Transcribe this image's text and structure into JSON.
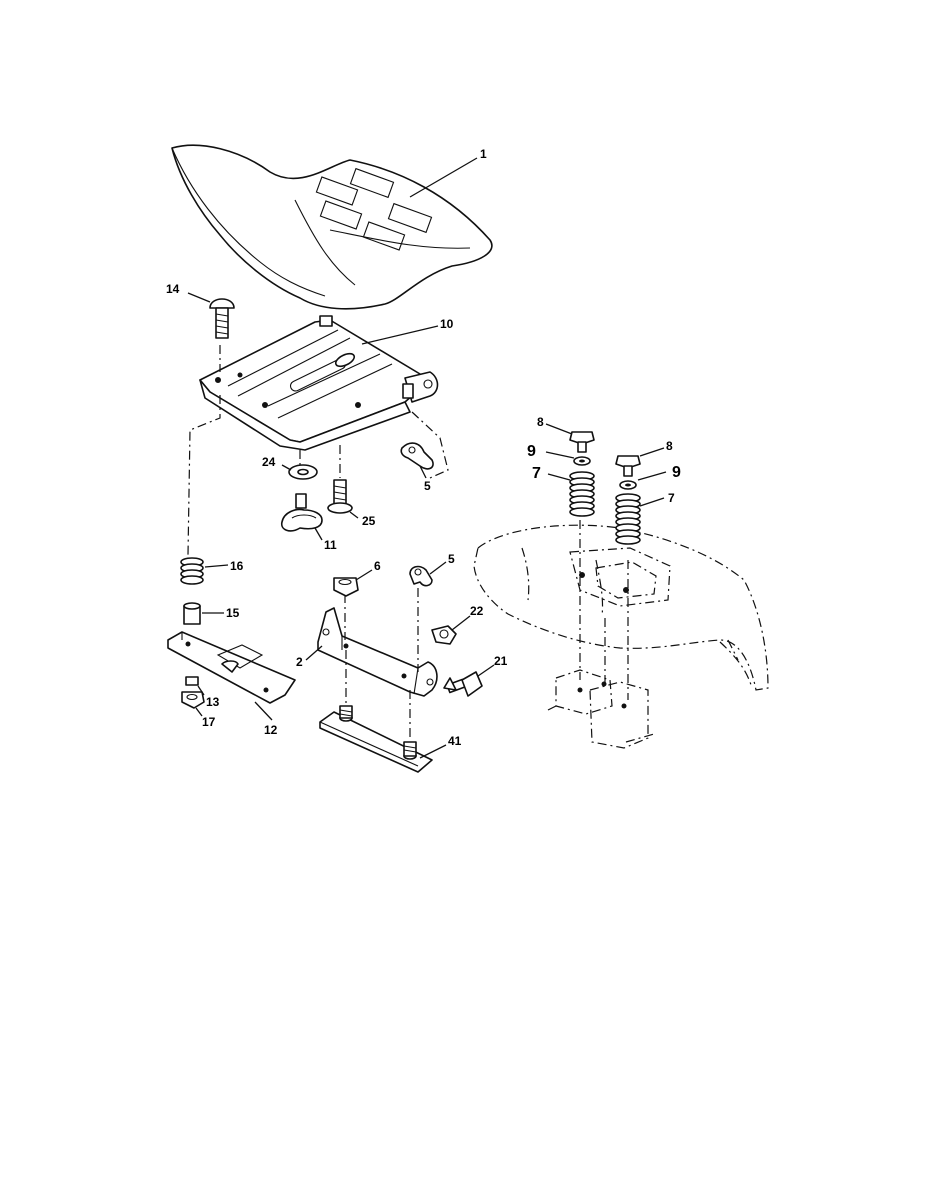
{
  "callouts": [
    {
      "id": "c1",
      "text": "1"
    },
    {
      "id": "c14",
      "text": "14"
    },
    {
      "id": "c10",
      "text": "10"
    },
    {
      "id": "c24",
      "text": "24"
    },
    {
      "id": "c5a",
      "text": "5"
    },
    {
      "id": "c25",
      "text": "25"
    },
    {
      "id": "c11",
      "text": "11"
    },
    {
      "id": "c16",
      "text": "16"
    },
    {
      "id": "c15",
      "text": "15"
    },
    {
      "id": "c13",
      "text": "13"
    },
    {
      "id": "c17",
      "text": "17"
    },
    {
      "id": "c12",
      "text": "12"
    },
    {
      "id": "c6",
      "text": "6"
    },
    {
      "id": "c5b",
      "text": "5"
    },
    {
      "id": "c2",
      "text": "2"
    },
    {
      "id": "c22",
      "text": "22"
    },
    {
      "id": "c21",
      "text": "21"
    },
    {
      "id": "c41",
      "text": "41"
    },
    {
      "id": "c8a",
      "text": "8"
    },
    {
      "id": "c9a",
      "text": "9"
    },
    {
      "id": "c7a",
      "text": "7"
    },
    {
      "id": "c8b",
      "text": "8"
    },
    {
      "id": "c9b",
      "text": "9"
    },
    {
      "id": "c7b",
      "text": "7"
    }
  ],
  "parts": {
    "seat": "seat",
    "seat_pan": "seat pan",
    "carriage_bolt": "carriage bolt",
    "washer": "washer",
    "knob": "adjustment knob",
    "bolt": "bolt",
    "clip": "clip",
    "spring": "spring",
    "spacer": "spacer",
    "bracket": "bracket",
    "nut": "nut",
    "lower_plate": "plate",
    "fender": "fender"
  },
  "colors": {
    "ink": "#111111",
    "paper": "#ffffff"
  }
}
